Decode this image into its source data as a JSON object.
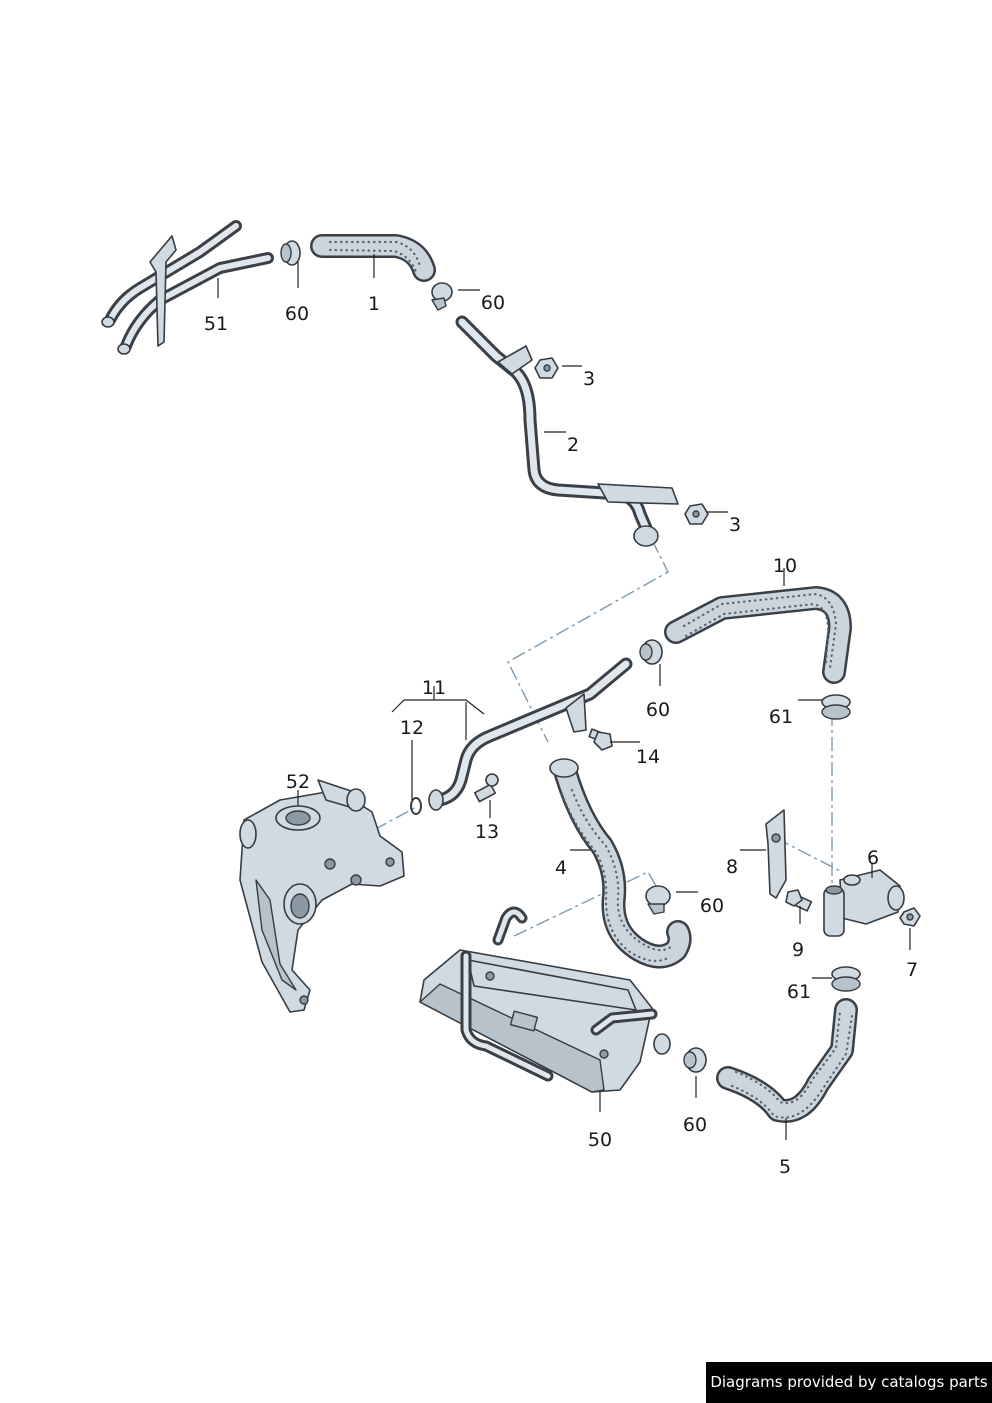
{
  "callouts": {
    "c1": "1",
    "c2": "2",
    "c3a": "3",
    "c3b": "3",
    "c4": "4",
    "c5": "5",
    "c6": "6",
    "c7": "7",
    "c8": "8",
    "c9": "9",
    "c10": "10",
    "c11": "11",
    "c12": "12",
    "c13": "13",
    "c14": "14",
    "c50": "50",
    "c51": "51",
    "c52": "52",
    "c60a": "60",
    "c60b": "60",
    "c60c": "60",
    "c60d": "60",
    "c60e": "60",
    "c61a": "61",
    "c61b": "61"
  },
  "footer": {
    "text": "Diagrams provided by catalogs parts"
  }
}
